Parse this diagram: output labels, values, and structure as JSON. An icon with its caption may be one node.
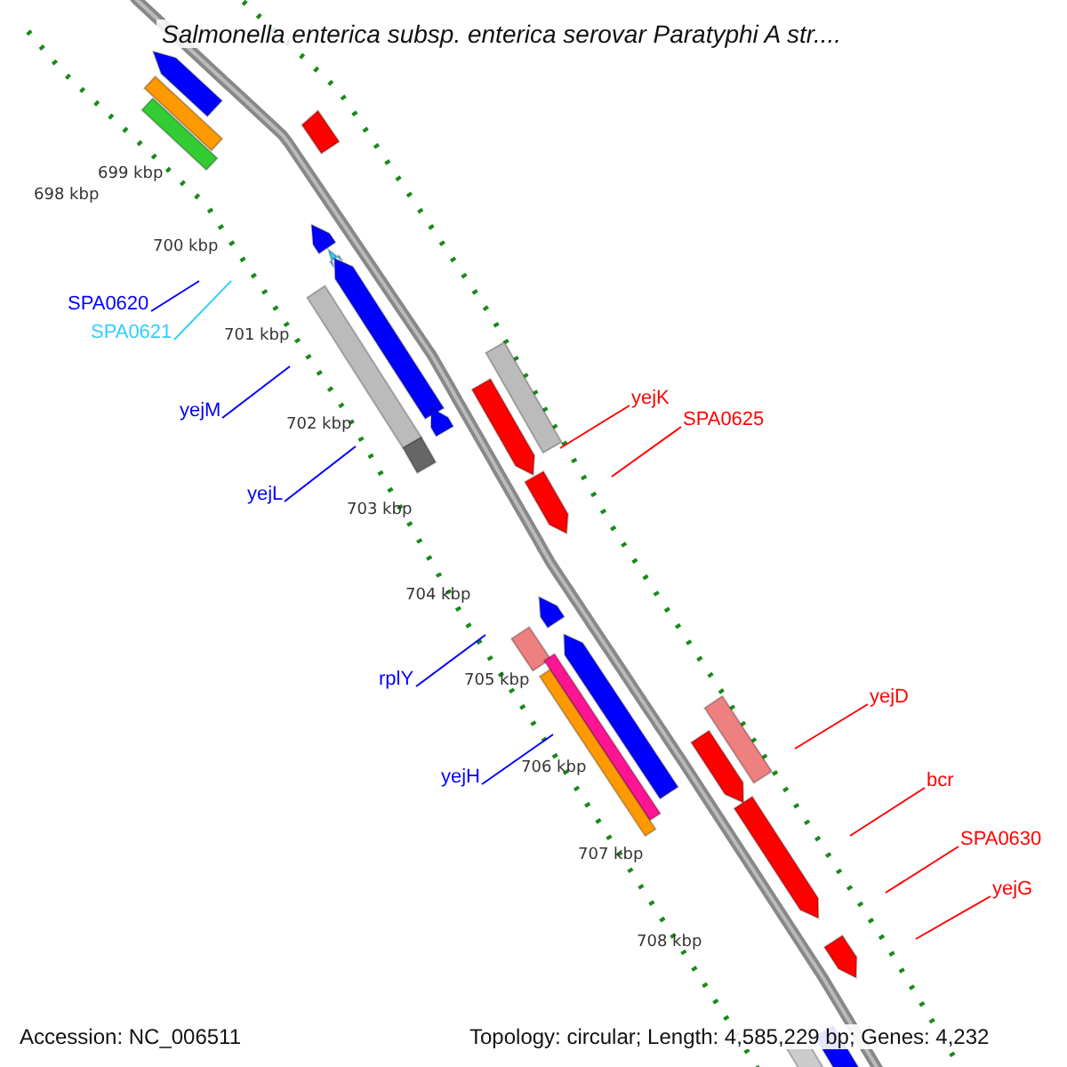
{
  "diagram": {
    "title": "Salmonella enterica subsp. enterica serovar Paratyphi A str....",
    "nodes": [
      {
        "text": [
          "SPA0620"
        ]
      },
      {
        "text": [
          "SPA0621"
        ]
      },
      {
        "text": [
          "yejK"
        ]
      },
      {
        "text": [
          "yejM"
        ]
      },
      {
        "text": [
          "SPA0625"
        ]
      },
      {
        "text": [
          "yejL"
        ]
      },
      {
        "text": [
          "rplY"
        ]
      },
      {
        "text": [
          "yejD"
        ]
      },
      {
        "text": [
          "yejH"
        ]
      },
      {
        "text": [
          "bcr"
        ]
      },
      {
        "text": [
          "SPA0630"
        ]
      },
      {
        "text": [
          "yejG"
        ]
      }
    ],
    "edges": [
      {
        "from": 0,
        "to": null,
        "arrow": "none",
        "color": "#0000ff"
      },
      {
        "from": 1,
        "to": null,
        "arrow": "none",
        "color": "#33ccff"
      },
      {
        "from": 2,
        "to": null,
        "arrow": "none",
        "color": "#ff0000"
      },
      {
        "from": 3,
        "to": null,
        "arrow": "none",
        "color": "#0000ff"
      },
      {
        "from": 4,
        "to": null,
        "arrow": "none",
        "color": "#ff0000"
      },
      {
        "from": 5,
        "to": null,
        "arrow": "none",
        "color": "#0000ff"
      },
      {
        "from": 6,
        "to": null,
        "arrow": "none",
        "color": "#0000ff"
      },
      {
        "from": 7,
        "to": null,
        "arrow": "none",
        "color": "#ff0000"
      },
      {
        "from": 8,
        "to": null,
        "arrow": "none",
        "color": "#0000ff"
      },
      {
        "from": 9,
        "to": null,
        "arrow": "none",
        "color": "#ff0000"
      },
      {
        "from": 10,
        "to": null,
        "arrow": "none",
        "color": "#ff0000"
      },
      {
        "from": 11,
        "to": null,
        "arrow": "none",
        "color": "#ff0000"
      }
    ],
    "labels": [
      "698 kbp",
      "699 kbp",
      "700 kbp",
      "701 kbp",
      "702 kbp",
      "703 kbp",
      "704 kbp",
      "705 kbp",
      "706 kbp",
      "707 kbp",
      "708 kbp",
      "Accession: NC_006511",
      "Topology: circular; Length: 4,585,229 bp; Genes: 4,232"
    ]
  }
}
